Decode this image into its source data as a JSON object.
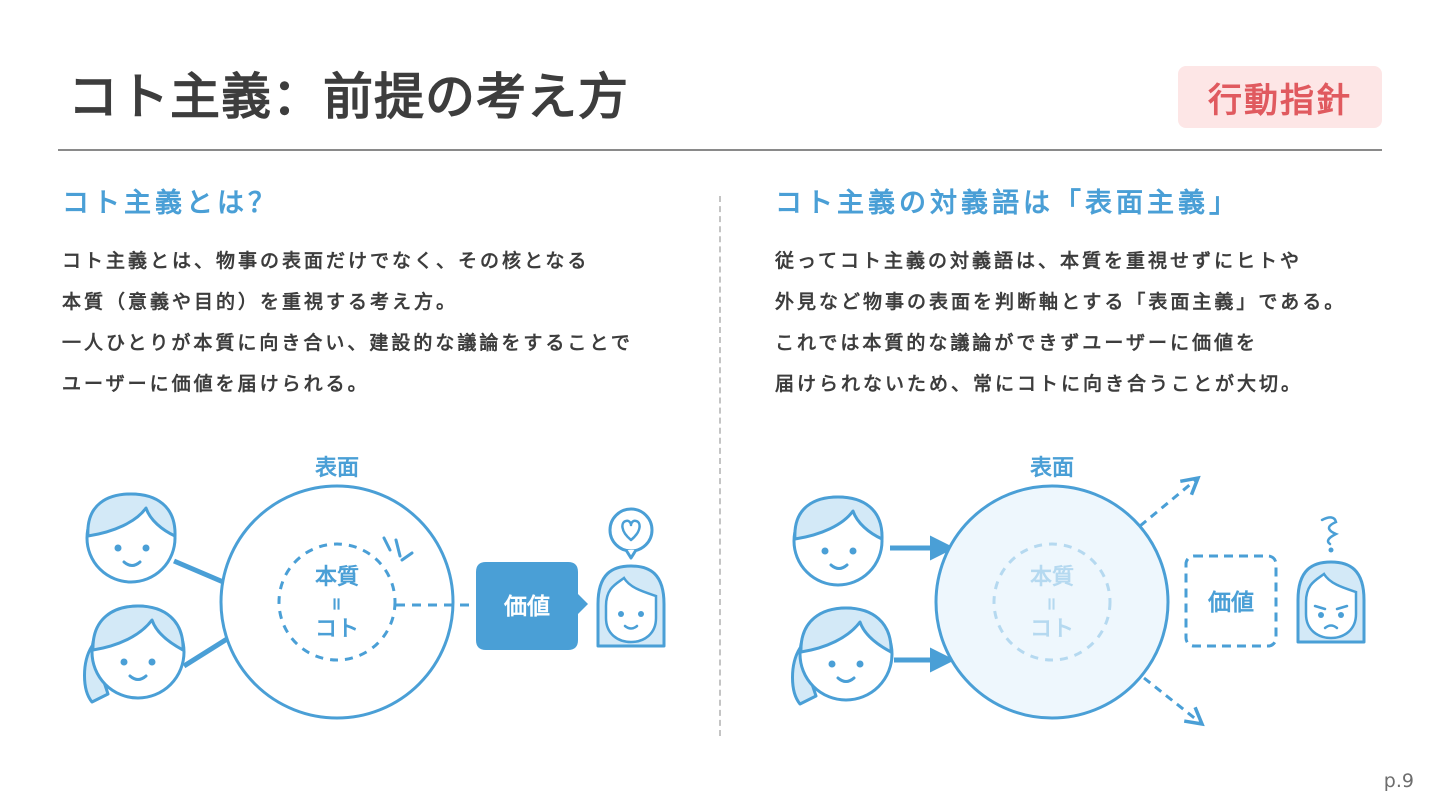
{
  "header": {
    "title": "コト主義：前提の考え方",
    "badge": "行動指針"
  },
  "left": {
    "heading": "コト主義とは？",
    "lines": [
      "コト主義とは、物事の表面だけでなく、その核となる",
      "本質（意義や目的）を重視する考え方。",
      "一人ひとりが本質に向き合い、建設的な議論をすることで",
      "ユーザーに価値を届けられる。"
    ],
    "diagram": {
      "outer_label": "表面",
      "inner_line1": "本質",
      "inner_line2": "=",
      "inner_line3": "コト",
      "value_label": "価値"
    }
  },
  "right": {
    "heading": "コト主義の対義語は「表面主義」",
    "lines": [
      "従ってコト主義の対義語は、本質を重視せずにヒトや",
      "外見など物事の表面を判断軸とする「表面主義」である。",
      "これでは本質的な議論ができずユーザーに価値を",
      "届けられないため、常にコトに向き合うことが大切。"
    ],
    "diagram": {
      "outer_label": "表面",
      "inner_line1": "本質",
      "inner_line2": "=",
      "inner_line3": "コト",
      "value_label": "価値"
    }
  },
  "footer": {
    "page": "p.9"
  },
  "colors": {
    "accent_blue": "#4a9fd6",
    "light_blue": "#d3e9f7",
    "badge_bg": "#fde6e6",
    "badge_text": "#e05a5f",
    "text_dark": "#3d3d3d"
  }
}
